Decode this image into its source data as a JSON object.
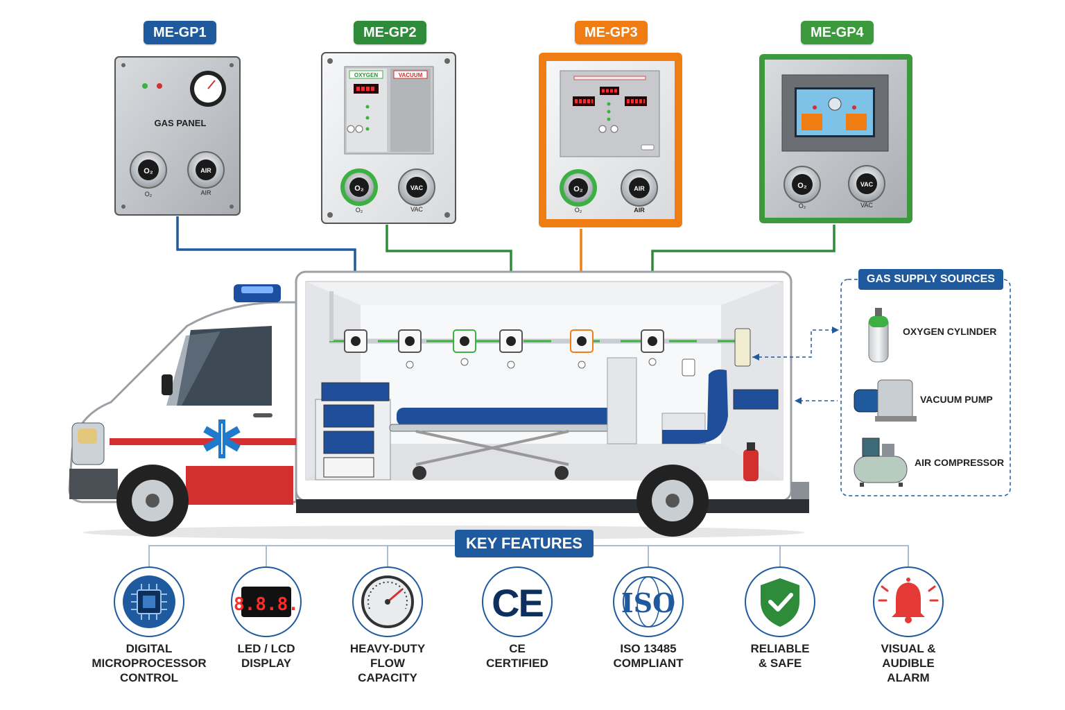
{
  "panels": [
    {
      "id": "ME-GP1",
      "tag_color": "#1f5a9e",
      "screen_text": "GAS PANEL",
      "left_outlet": "O₂",
      "right_outlet": "AIR",
      "left_label": "O₂",
      "right_label": "AIR"
    },
    {
      "id": "ME-GP2",
      "tag_color": "#2e8b3a",
      "left_display": "OXYGEN",
      "right_display": "VACUUM",
      "left_outlet": "O₂",
      "right_outlet": "VAC",
      "left_label": "O₂",
      "right_label": "VAC"
    },
    {
      "id": "ME-GP3",
      "tag_color": "#f07d14",
      "left_outlet": "O₂",
      "right_outlet": "AIR",
      "left_label": "O₂",
      "right_label": "AIR"
    },
    {
      "id": "ME-GP4",
      "tag_color": "#3c9a3c",
      "left_outlet": "O₂",
      "right_outlet": "VAC",
      "left_label": "O₂",
      "right_label": "VAC"
    }
  ],
  "supply": {
    "title": "GAS SUPPLY SOURCES",
    "items": [
      "OXYGEN CYLINDER",
      "VACUUM PUMP",
      "AIR COMPRESSOR"
    ]
  },
  "features": {
    "title": "KEY FEATURES",
    "items": [
      {
        "lines": [
          "DIGITAL",
          "MICROPROCESSOR",
          "CONTROL"
        ],
        "icon": "microchip-icon"
      },
      {
        "lines": [
          "LED / LCD",
          "DISPLAY"
        ],
        "icon": "led-display-icon",
        "display_text": "8.8.8."
      },
      {
        "lines": [
          "HEAVY-DUTY",
          "FLOW",
          "CAPACITY"
        ],
        "icon": "gauge-icon"
      },
      {
        "lines": [
          "CE",
          "CERTIFIED"
        ],
        "icon": "ce-mark-icon",
        "mark": "CE"
      },
      {
        "lines": [
          "ISO 13485",
          "COMPLIANT"
        ],
        "icon": "iso-globe-icon",
        "mark": "ISO"
      },
      {
        "lines": [
          "RELIABLE",
          "& SAFE"
        ],
        "icon": "shield-check-icon"
      },
      {
        "lines": [
          "VISUAL &",
          "AUDIBLE",
          "ALARM"
        ],
        "icon": "alarm-bell-icon"
      }
    ]
  },
  "colors": {
    "blue": "#1f5a9e",
    "green": "#2e8b3a",
    "orange": "#f07d14",
    "red": "#d32f2f"
  }
}
